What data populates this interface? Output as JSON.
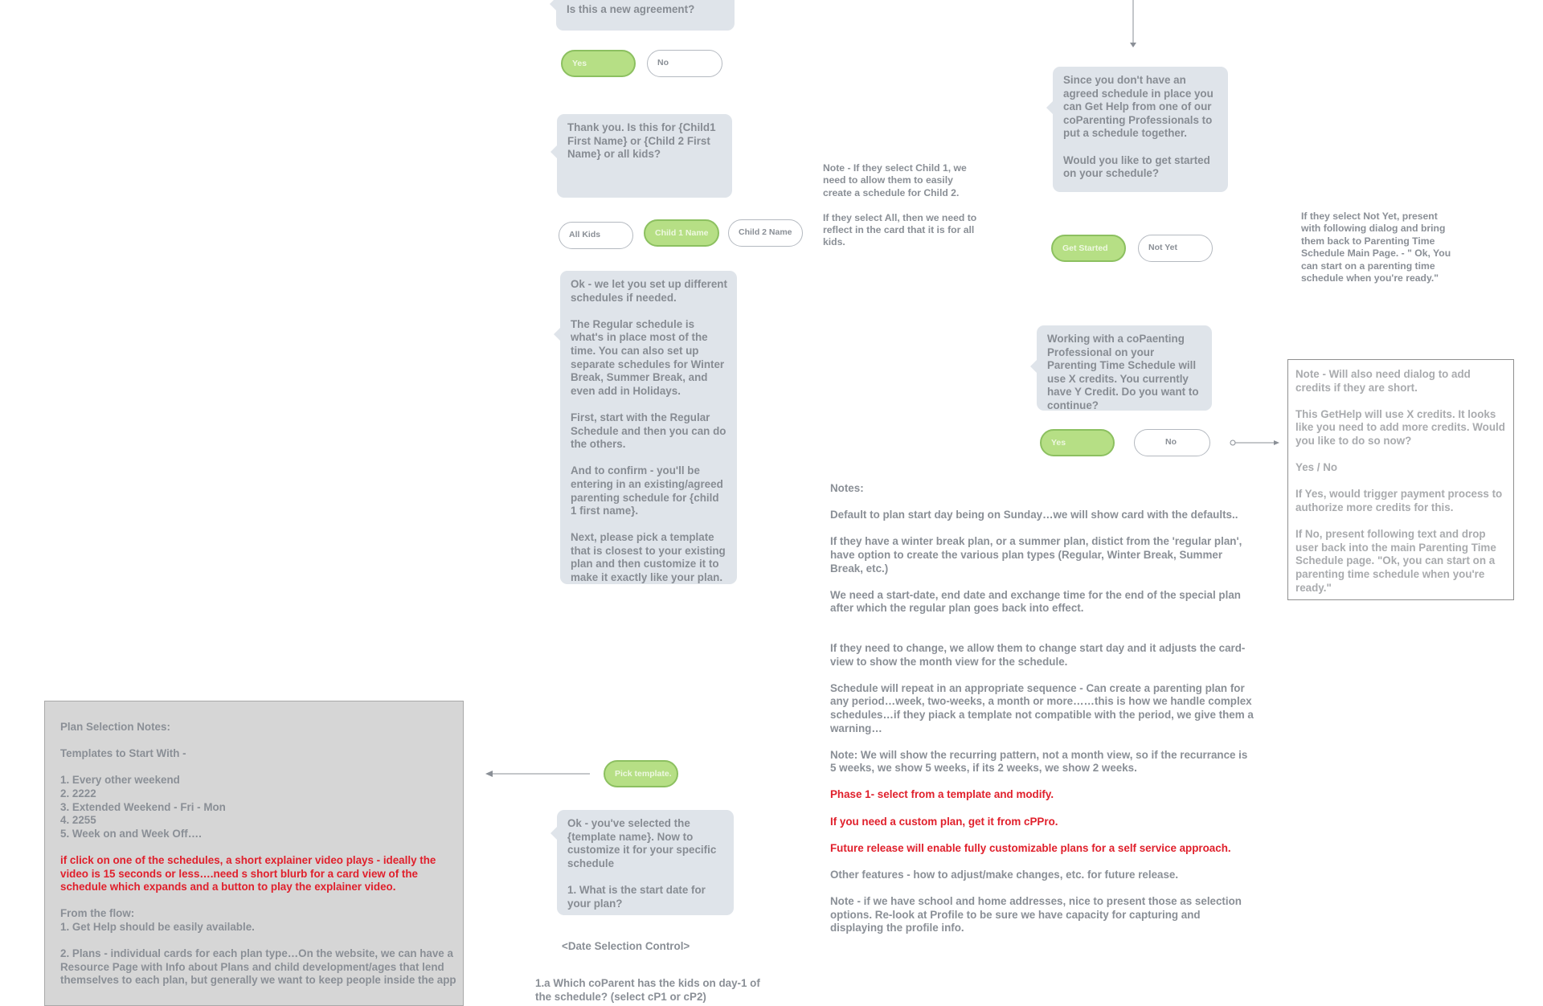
{
  "left_flow": {
    "q_new_agreement": "Is this a new agreement?",
    "btn_yes": "Yes",
    "btn_no": "No",
    "q_which_child": "Thank you. Is this for {Child1 First Name} or {Child 2 First Name} or all kids?",
    "btn_all_kids": "All Kids",
    "btn_child1": "Child 1 Name",
    "btn_child2": "Child 2 Name",
    "schedule_info": "Ok - we let you set up different schedules if needed.\n\nThe Regular schedule is what's in place most of the time. You can also set up separate schedules for Winter Break, Summer Break, and even add in Holidays.\n\nFirst, start with the Regular Schedule and then you can do the others.\n\nAnd to confirm - you'll be entering in an existing/agreed parenting schedule for {child 1 first name}.\n\nNext, please pick a template that is closest to your existing plan and then customize it to make it exactly like your plan.",
    "btn_pick_template": "Pick template.",
    "template_selected": "Ok - you've selected the {template name}. Now to customize it for your specific schedule\n\n1. What is the start date for your plan?",
    "date_control": "<Date Selection Control>",
    "which_coparent": "1.a Which coParent has the kids on day-1 of the schedule? (select cP1 or cP2)"
  },
  "child_note": "Note - If they select Child 1, we need to allow them to easily create a schedule for Child 2.\n\nIf they select All, then we need to reflect in the card that it is for all kids.",
  "right_flow": {
    "no_schedule_msg": "Since you don't have an agreed schedule in place you can Get Help from one of our coParenting Professionals to put a schedule together.\n\nWould you like to get started on your schedule?",
    "btn_get_started": "Get Started",
    "btn_not_yet": "Not Yet",
    "not_yet_note": "If they select Not Yet, present with following dialog and bring them back to Parenting Time Schedule Main Page. - \" Ok, You can start on a parenting time schedule when you're ready.\"",
    "credits_msg": "Working with a coPaenting Professional on your Parenting Time Schedule will use X credits. You currently have Y Credit. Do you want to continue?",
    "btn_yes": "Yes",
    "btn_no": "No"
  },
  "credits_box": [
    "Note - Will also need dialog to add credits if they are short.",
    "This GetHelp will use X credits. It looks like you need to add more credits. Would you like to do so now?",
    "Yes / No",
    "If Yes, would trigger payment process to authorize more credits for this.",
    "If No, present following text and drop user back into the main Parenting Time Schedule page. \"Ok, you can start on a parenting time schedule when you're ready.\""
  ],
  "notes": [
    {
      "text": "Notes:",
      "red": false
    },
    {
      "text": "Default to plan start day being on Sunday…we will show card with the defaults..",
      "red": false
    },
    {
      "text": "If they have a winter break plan, or a summer plan, distict from the 'regular plan', have option to create the various plan types (Regular, Winter Break, Summer Break, etc.)",
      "red": false
    },
    {
      "text": "We need a start-date, end date and exchange time for the end of the special plan after which the regular plan goes back into effect.",
      "red": false
    },
    {
      "text": "If they need to change, we allow them to change start day and it adjusts the card-view to show the month view for the schedule.",
      "red": false
    },
    {
      "text": "Schedule will repeat in an appropriate sequence - Can create a parenting plan for any period…week, two-weeks, a month or more……this is how we handle complex schedules…if they piack a template not compatible with the period, we give them a warning…",
      "red": false
    },
    {
      "text": "Note: We will show the recurring pattern, not a month view, so if the recurrance is 5 weeks, we show 5 weeks, if its 2 weeks, we show 2 weeks.",
      "red": false
    },
    {
      "text": "Phase 1- select from a template and modify.",
      "red": true
    },
    {
      "text": "If you need a custom plan, get it from cPPro.",
      "red": true
    },
    {
      "text": "Future release will enable fully customizable plans for a self service approach.",
      "red": true
    },
    {
      "text": "Other features - how to adjust/make changes, etc. for future release.",
      "red": false
    },
    {
      "text": "Note - if we have school and home addresses, nice to present those as selection options. Re-look at Profile to be sure we have capacity for capturing and displaying the profile info.",
      "red": false
    }
  ],
  "plan_panel": {
    "title": "Plan Selection Notes:",
    "templates_heading": "Templates to Start With -",
    "templates": "1. Every other weekend\n2. 2222\n3. Extended Weekend - Fri - Mon\n4. 2255\n5. Week on and Week Off….",
    "video_note": "if click on one of the schedules, a short explainer video plays - ideally the video is 15 seconds or less….need s short blurb for a card view of the schedule which expands and a button to play the explainer video.",
    "flow_heading": "From the flow:\n1. Get Help should be easily available.",
    "plans_note": "2. Plans  - individual cards for each plan type…On the website, we can have a Resource Page with Info about Plans and child development/ages that lend themselves to each plan, but generally we want to keep people inside the app"
  }
}
